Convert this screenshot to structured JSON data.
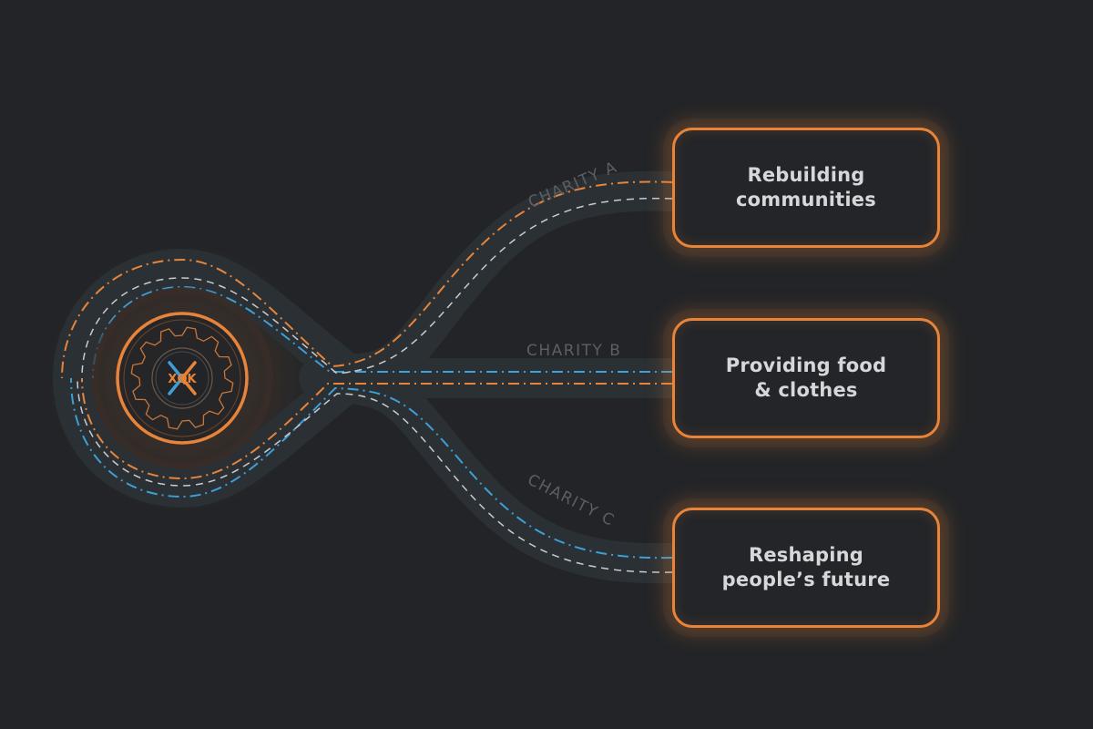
{
  "hub": {
    "logo_text": "XQK",
    "icon": "gear-logo-icon"
  },
  "charities": [
    {
      "label": "CHARITY A",
      "outcome": "Rebuilding\ncommunities"
    },
    {
      "label": "CHARITY B",
      "outcome": "Providing food\n& clothes"
    },
    {
      "label": "CHARITY C",
      "outcome": "Reshaping\npeople’s future"
    }
  ],
  "colors": {
    "background": "#222427",
    "accent_orange": "#e8843a",
    "accent_blue": "#3d9fd6",
    "line_white": "#c9cbce",
    "road": "#2c3034",
    "label_gray": "#5b5e63"
  }
}
